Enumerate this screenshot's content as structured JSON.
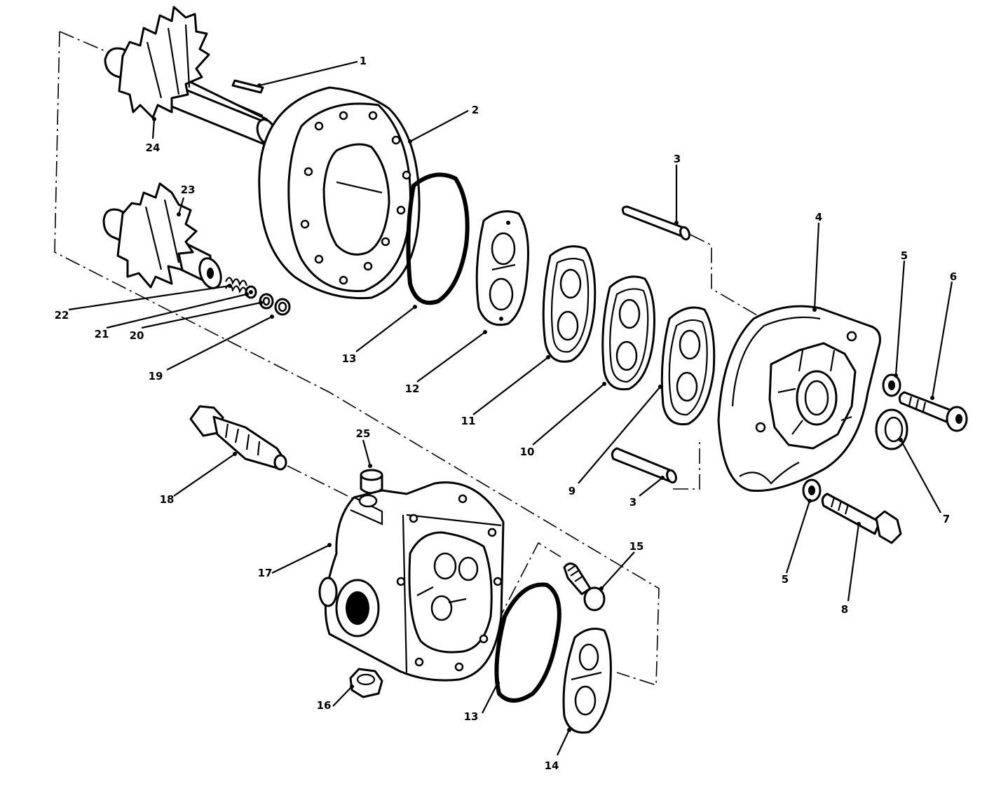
{
  "callouts": [
    {
      "id": "c1",
      "text": "1"
    },
    {
      "id": "c2",
      "text": "2"
    },
    {
      "id": "c3a",
      "text": "3"
    },
    {
      "id": "c3b",
      "text": "3"
    },
    {
      "id": "c4",
      "text": "4"
    },
    {
      "id": "c5a",
      "text": "5"
    },
    {
      "id": "c5b",
      "text": "5"
    },
    {
      "id": "c6",
      "text": "6"
    },
    {
      "id": "c7",
      "text": "7"
    },
    {
      "id": "c8",
      "text": "8"
    },
    {
      "id": "c9",
      "text": "9"
    },
    {
      "id": "c10",
      "text": "10"
    },
    {
      "id": "c11",
      "text": "11"
    },
    {
      "id": "c12",
      "text": "12"
    },
    {
      "id": "c13a",
      "text": "13"
    },
    {
      "id": "c13b",
      "text": "13"
    },
    {
      "id": "c14",
      "text": "14"
    },
    {
      "id": "c15",
      "text": "15"
    },
    {
      "id": "c16",
      "text": "16"
    },
    {
      "id": "c17",
      "text": "17"
    },
    {
      "id": "c18",
      "text": "18"
    },
    {
      "id": "c19",
      "text": "19"
    },
    {
      "id": "c20",
      "text": "20"
    },
    {
      "id": "c21",
      "text": "21"
    },
    {
      "id": "c22",
      "text": "22"
    },
    {
      "id": "c23",
      "text": "23"
    },
    {
      "id": "c24",
      "text": "24"
    },
    {
      "id": "c25",
      "text": "25"
    }
  ]
}
